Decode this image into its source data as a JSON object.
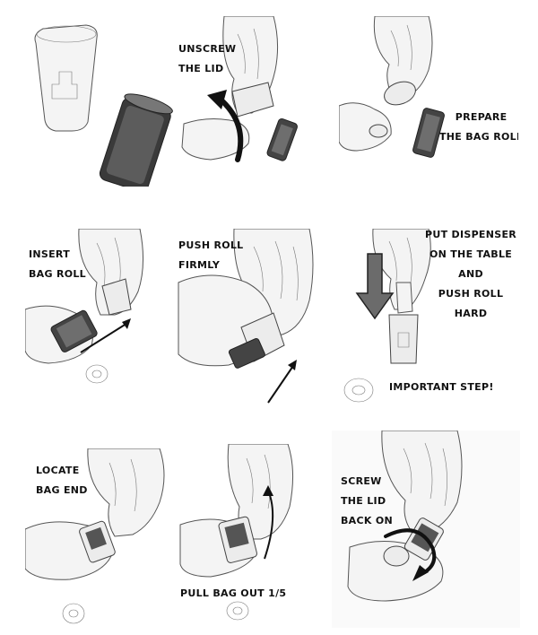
{
  "steps": [
    {
      "id": 1,
      "lines": []
    },
    {
      "id": 2,
      "lines": [
        "UNSCREW",
        "THE LID"
      ]
    },
    {
      "id": 3,
      "lines": [
        "PREPARE",
        "THE BAG ROLL"
      ]
    },
    {
      "id": 4,
      "lines": [
        "INSERT",
        "BAG ROLL"
      ]
    },
    {
      "id": 5,
      "lines": [
        "PUSH ROLL",
        "FIRMLY"
      ]
    },
    {
      "id": 6,
      "lines": [
        "PUT DISPENSER",
        "ON THE TABLE",
        "AND",
        "PUSH ROLL",
        "HARD"
      ],
      "note": "IMPORTANT STEP!"
    },
    {
      "id": 7,
      "lines": [
        "LOCATE",
        "BAG END"
      ]
    },
    {
      "id": 8,
      "lines": [
        "PULL BAG OUT  1/5"
      ]
    },
    {
      "id": 9,
      "lines": [
        "SCREW",
        "THE LID",
        "BACK ON"
      ]
    }
  ],
  "colors": {
    "arrow": "#111111",
    "big_arrow_fill": "#6b6b6b",
    "sketch_line": "#555555"
  }
}
